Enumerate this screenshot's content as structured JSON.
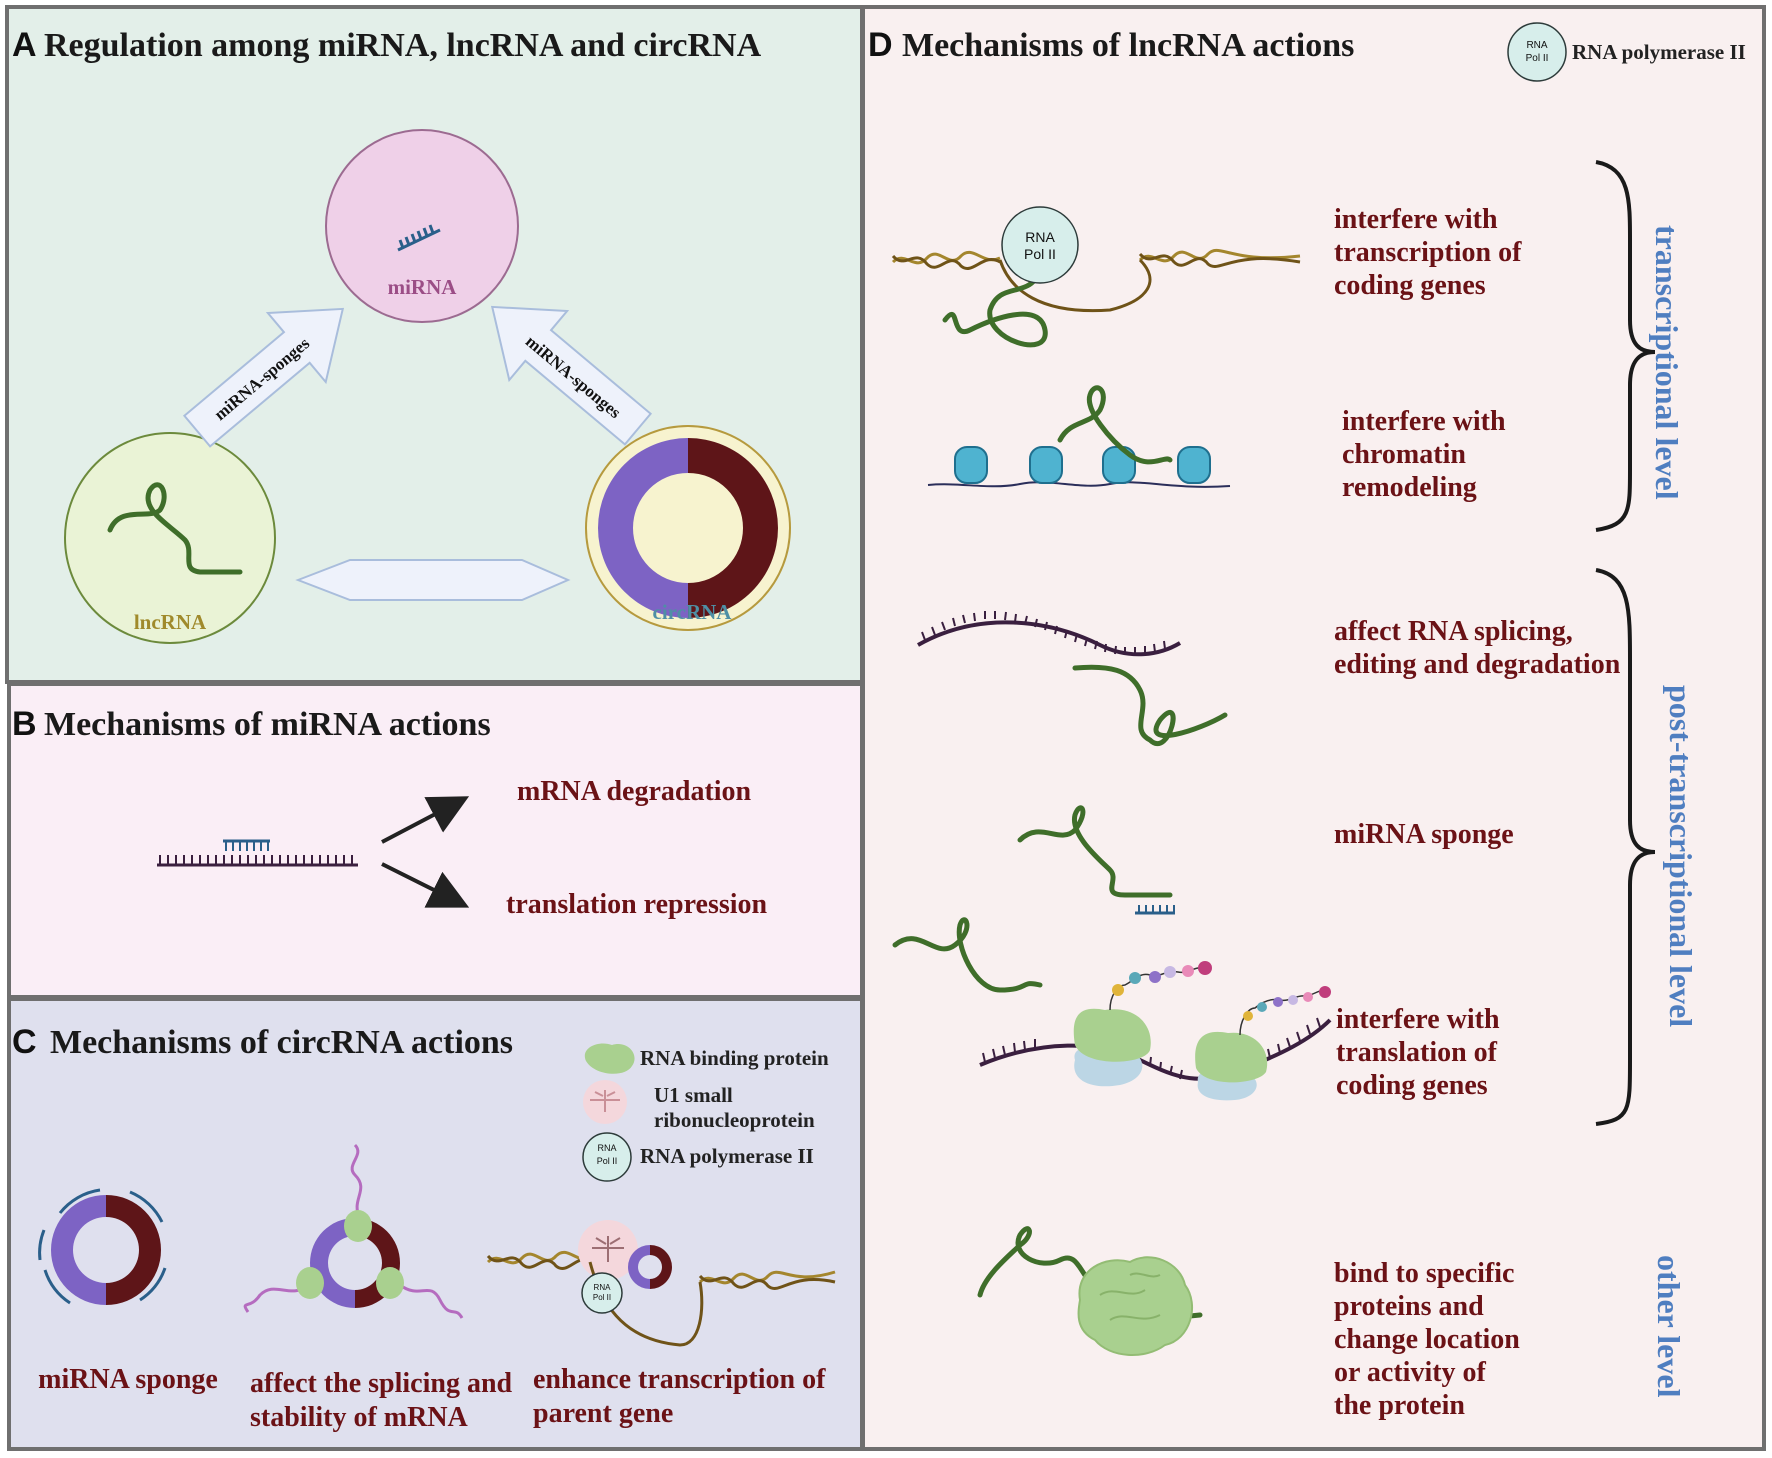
{
  "panelA": {
    "letter": "A",
    "title": "Regulation among miRNA, lncRNA and circRNA",
    "mirna_label": "miRNA",
    "lncrna_label": "lncRNA",
    "circrna_label": "circRNA",
    "arrow_left_label": "miRNA-sponges",
    "arrow_right_label": "miRNA-sponges"
  },
  "panelB": {
    "letter": "B",
    "title": "Mechanisms of miRNA actions",
    "outcome_1": "mRNA degradation",
    "outcome_2": "translation repression"
  },
  "panelC": {
    "letter": "C",
    "title": "Mechanisms of circRNA actions",
    "legend": {
      "rbp": "RNA binding protein",
      "u1_line1": "U1 small",
      "u1_line2": "ribonucleoprotein",
      "pol": "RNA polymerase II",
      "pol_icon_l1": "RNA",
      "pol_icon_l2": "Pol II"
    },
    "mech_1": "miRNA sponge",
    "mech_2_line1": "affect the splicing and",
    "mech_2_line2": "stability of mRNA",
    "mech_3_line1": "enhance transcription of",
    "mech_3_line2": "parent gene"
  },
  "panelD": {
    "letter": "D",
    "title": "Mechanisms of lncRNA actions",
    "legend_pol": "RNA polymerase II",
    "pol_icon_l1": "RNA",
    "pol_icon_l2": "Pol II",
    "m1": [
      "interfere with",
      "transcription of",
      "coding genes"
    ],
    "m2": [
      "interfere with",
      "chromatin",
      "remodeling"
    ],
    "m3": [
      "affect RNA splicing,",
      "editing and degradation"
    ],
    "m4": [
      "miRNA sponge"
    ],
    "m5": [
      "interfere with",
      "translation of",
      "coding genes"
    ],
    "m6": [
      "bind to specific",
      "proteins and",
      "change  location",
      "or  activity of",
      "the protein"
    ],
    "level_1": "transcriptional level",
    "level_2": "post-transcriptional level",
    "level_3": "other level"
  },
  "colors": {
    "panelA_bg": "#e3efe9",
    "panelB_bg": "#faeef6",
    "panelC_bg": "#dfe0ee",
    "panelD_bg": "#f9f0f0",
    "text_red": "#6b1216",
    "level_blue": "#4f7ec0",
    "lnc_green": "#3f6e2a",
    "circ_purple": "#7d63c4",
    "circ_dark": "#5e1518",
    "mirna_blue": "#2a5f8a"
  }
}
